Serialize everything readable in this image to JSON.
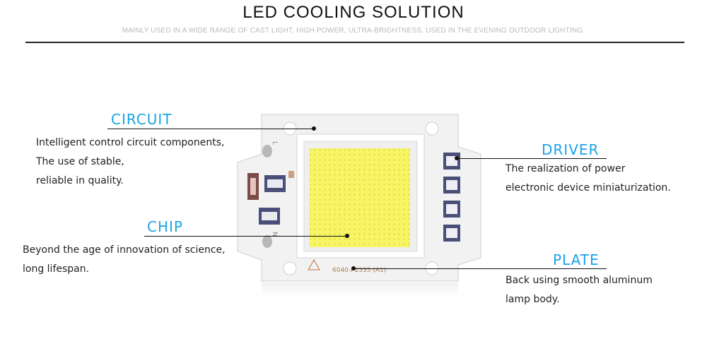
{
  "header": {
    "title": "LED COOLING SOLUTION",
    "subtitle": "MAINLY USED IN A WIDE RANGE OF CAST LIGHT, HIGH POWER, ULTRA-BRIGHTNESS, USED IN THE EVENING OUTDOOR LIGHTING."
  },
  "callouts": {
    "circuit": {
      "title": "CIRCUIT",
      "lines": [
        "Intelligent control circuit components,",
        "The use of stable,",
        "reliable in quality."
      ]
    },
    "chip": {
      "title": "CHIP",
      "lines": [
        "Beyond the age of innovation of science,",
        "long lifespan."
      ]
    },
    "driver": {
      "title": "DRIVER",
      "lines": [
        "The realization of power",
        "electronic device miniaturization."
      ]
    },
    "plate": {
      "title": "PLATE",
      "lines": [
        "Back using smooth aluminum",
        "lamp body."
      ]
    }
  },
  "board": {
    "pin_label_top": "L",
    "pin_label_bottom": "N",
    "model_text": "6040-P2535 (A1)"
  },
  "colors": {
    "accent": "#1aa3e8",
    "chip_yellow": "#f3f15a",
    "board": "#f2f2f2"
  }
}
